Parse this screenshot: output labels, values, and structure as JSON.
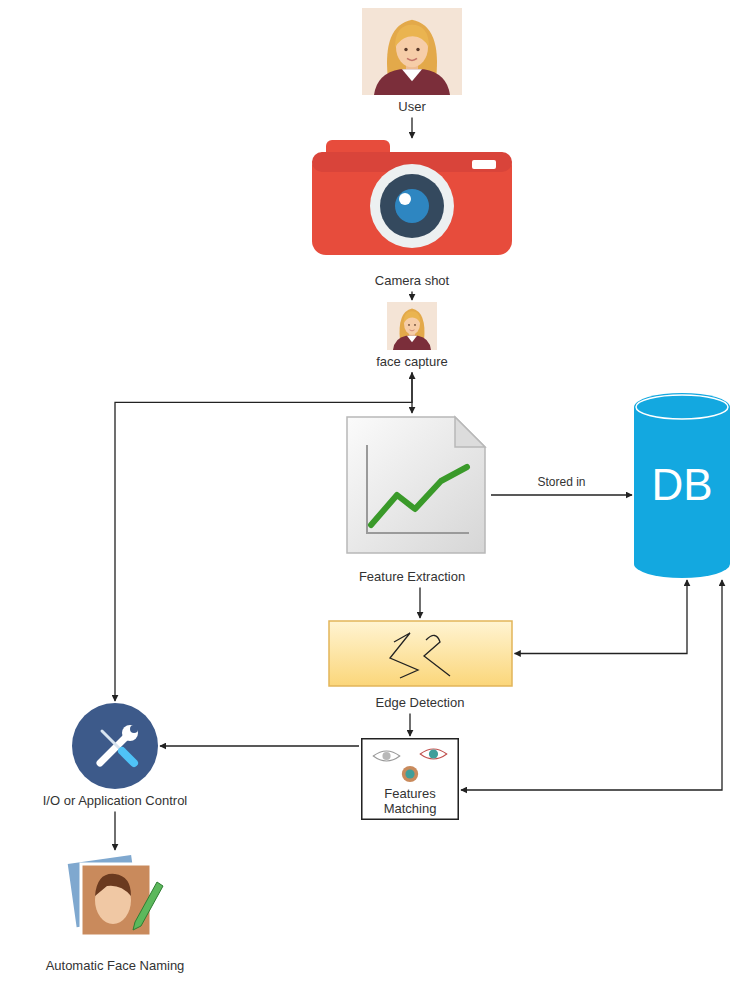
{
  "diagram": {
    "nodes": [
      {
        "text": [
          "User"
        ]
      },
      {
        "text": [
          "Camera shot"
        ]
      },
      {
        "text": [
          "face capture"
        ]
      },
      {
        "text": [
          "Feature Extraction"
        ]
      },
      {
        "text": [
          "DB"
        ]
      },
      {
        "text": [
          "Edge Detection"
        ]
      },
      {
        "text": [
          "Features Matching"
        ]
      },
      {
        "text": [
          "I/O or Application Control"
        ]
      },
      {
        "text": [
          "Automatic Face Naming"
        ]
      }
    ],
    "edges": [
      {
        "from": 0,
        "to": 1,
        "arrow": "to"
      },
      {
        "from": 1,
        "to": 2,
        "arrow": "to"
      },
      {
        "from": 2,
        "to": 3,
        "arrow": "to"
      },
      {
        "from": 3,
        "to": 4,
        "label": "Stored in",
        "arrow": "to"
      },
      {
        "from": 3,
        "to": 5,
        "arrow": "to"
      },
      {
        "from": 4,
        "to": 5,
        "arrow": "both"
      },
      {
        "from": 4,
        "to": 6,
        "arrow": "both"
      },
      {
        "from": 5,
        "to": 6,
        "arrow": "to"
      },
      {
        "from": 6,
        "to": 7,
        "arrow": "to"
      },
      {
        "from": 2,
        "to": 7,
        "arrow": "both"
      },
      {
        "from": 7,
        "to": 8,
        "arrow": "to"
      }
    ]
  }
}
